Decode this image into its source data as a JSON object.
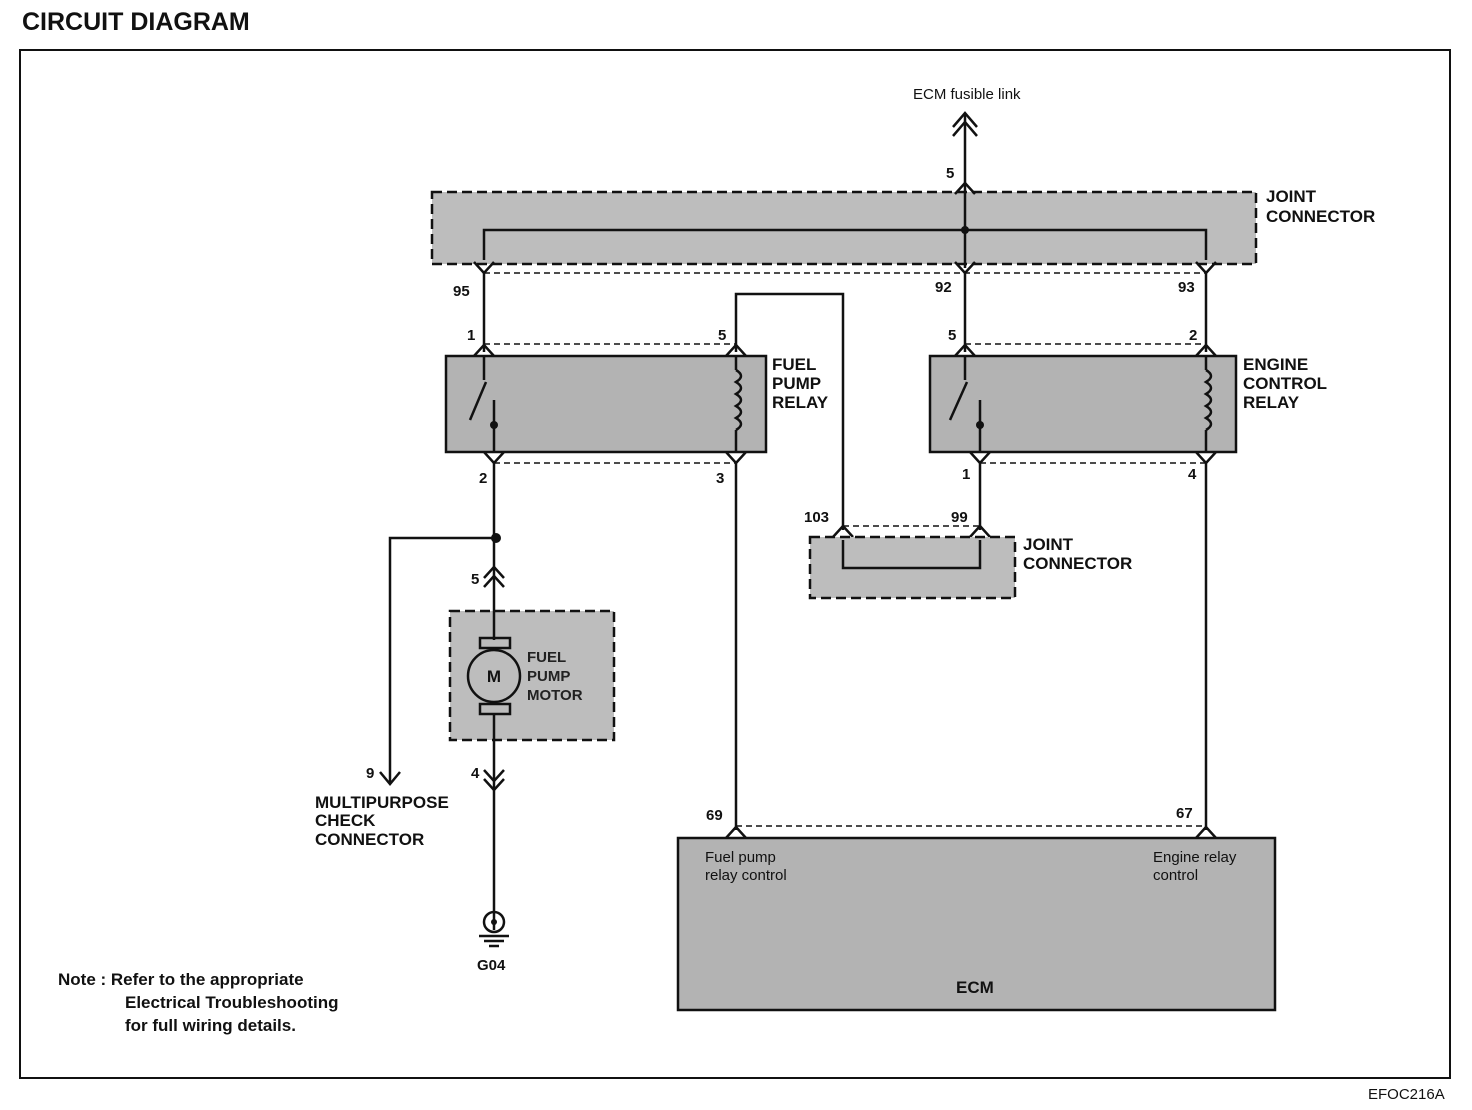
{
  "title": "CIRCUIT DIAGRAM",
  "figure_code": "EFOC216A",
  "ecm_fusible_link": {
    "label": "ECM fusible link",
    "pin": "5"
  },
  "joint_connector_top": {
    "label_line1": "JOINT",
    "label_line2": "CONNECTOR",
    "pin_left": "95",
    "pin_mid": "92",
    "pin_right": "93"
  },
  "fuel_pump_relay": {
    "label_line1": "FUEL",
    "label_line2": "PUMP",
    "label_line3": "RELAY",
    "pin_1": "1",
    "pin_5": "5",
    "pin_2": "2",
    "pin_3": "3"
  },
  "engine_control_relay": {
    "label_line1": "ENGINE",
    "label_line2": "CONTROL",
    "label_line3": "RELAY",
    "pin_5": "5",
    "pin_2": "2",
    "pin_1": "1",
    "pin_4": "4"
  },
  "joint_connector_bottom": {
    "label_line1": "JOINT",
    "label_line2": "CONNECTOR",
    "pin_left": "103",
    "pin_right": "99"
  },
  "fuel_pump_motor": {
    "label_line1": "FUEL",
    "label_line2": "PUMP",
    "label_line3": "MOTOR",
    "symbol": "M",
    "pin_top": "5",
    "pin_bottom": "4"
  },
  "multipurpose_check_connector": {
    "pin": "9",
    "label_line1": "MULTIPURPOSE",
    "label_line2": "CHECK",
    "label_line3": "CONNECTOR"
  },
  "ground": {
    "label": "G04"
  },
  "ecm": {
    "label": "ECM",
    "pin_left": "69",
    "pin_right": "67",
    "left_text_line1": "Fuel pump",
    "left_text_line2": "relay control",
    "right_text_line1": "Engine relay",
    "right_text_line2": "control"
  },
  "note": {
    "line1": "Note : Refer to the appropriate",
    "line2": "Electrical Troubleshooting",
    "line3": "for full wiring details."
  }
}
